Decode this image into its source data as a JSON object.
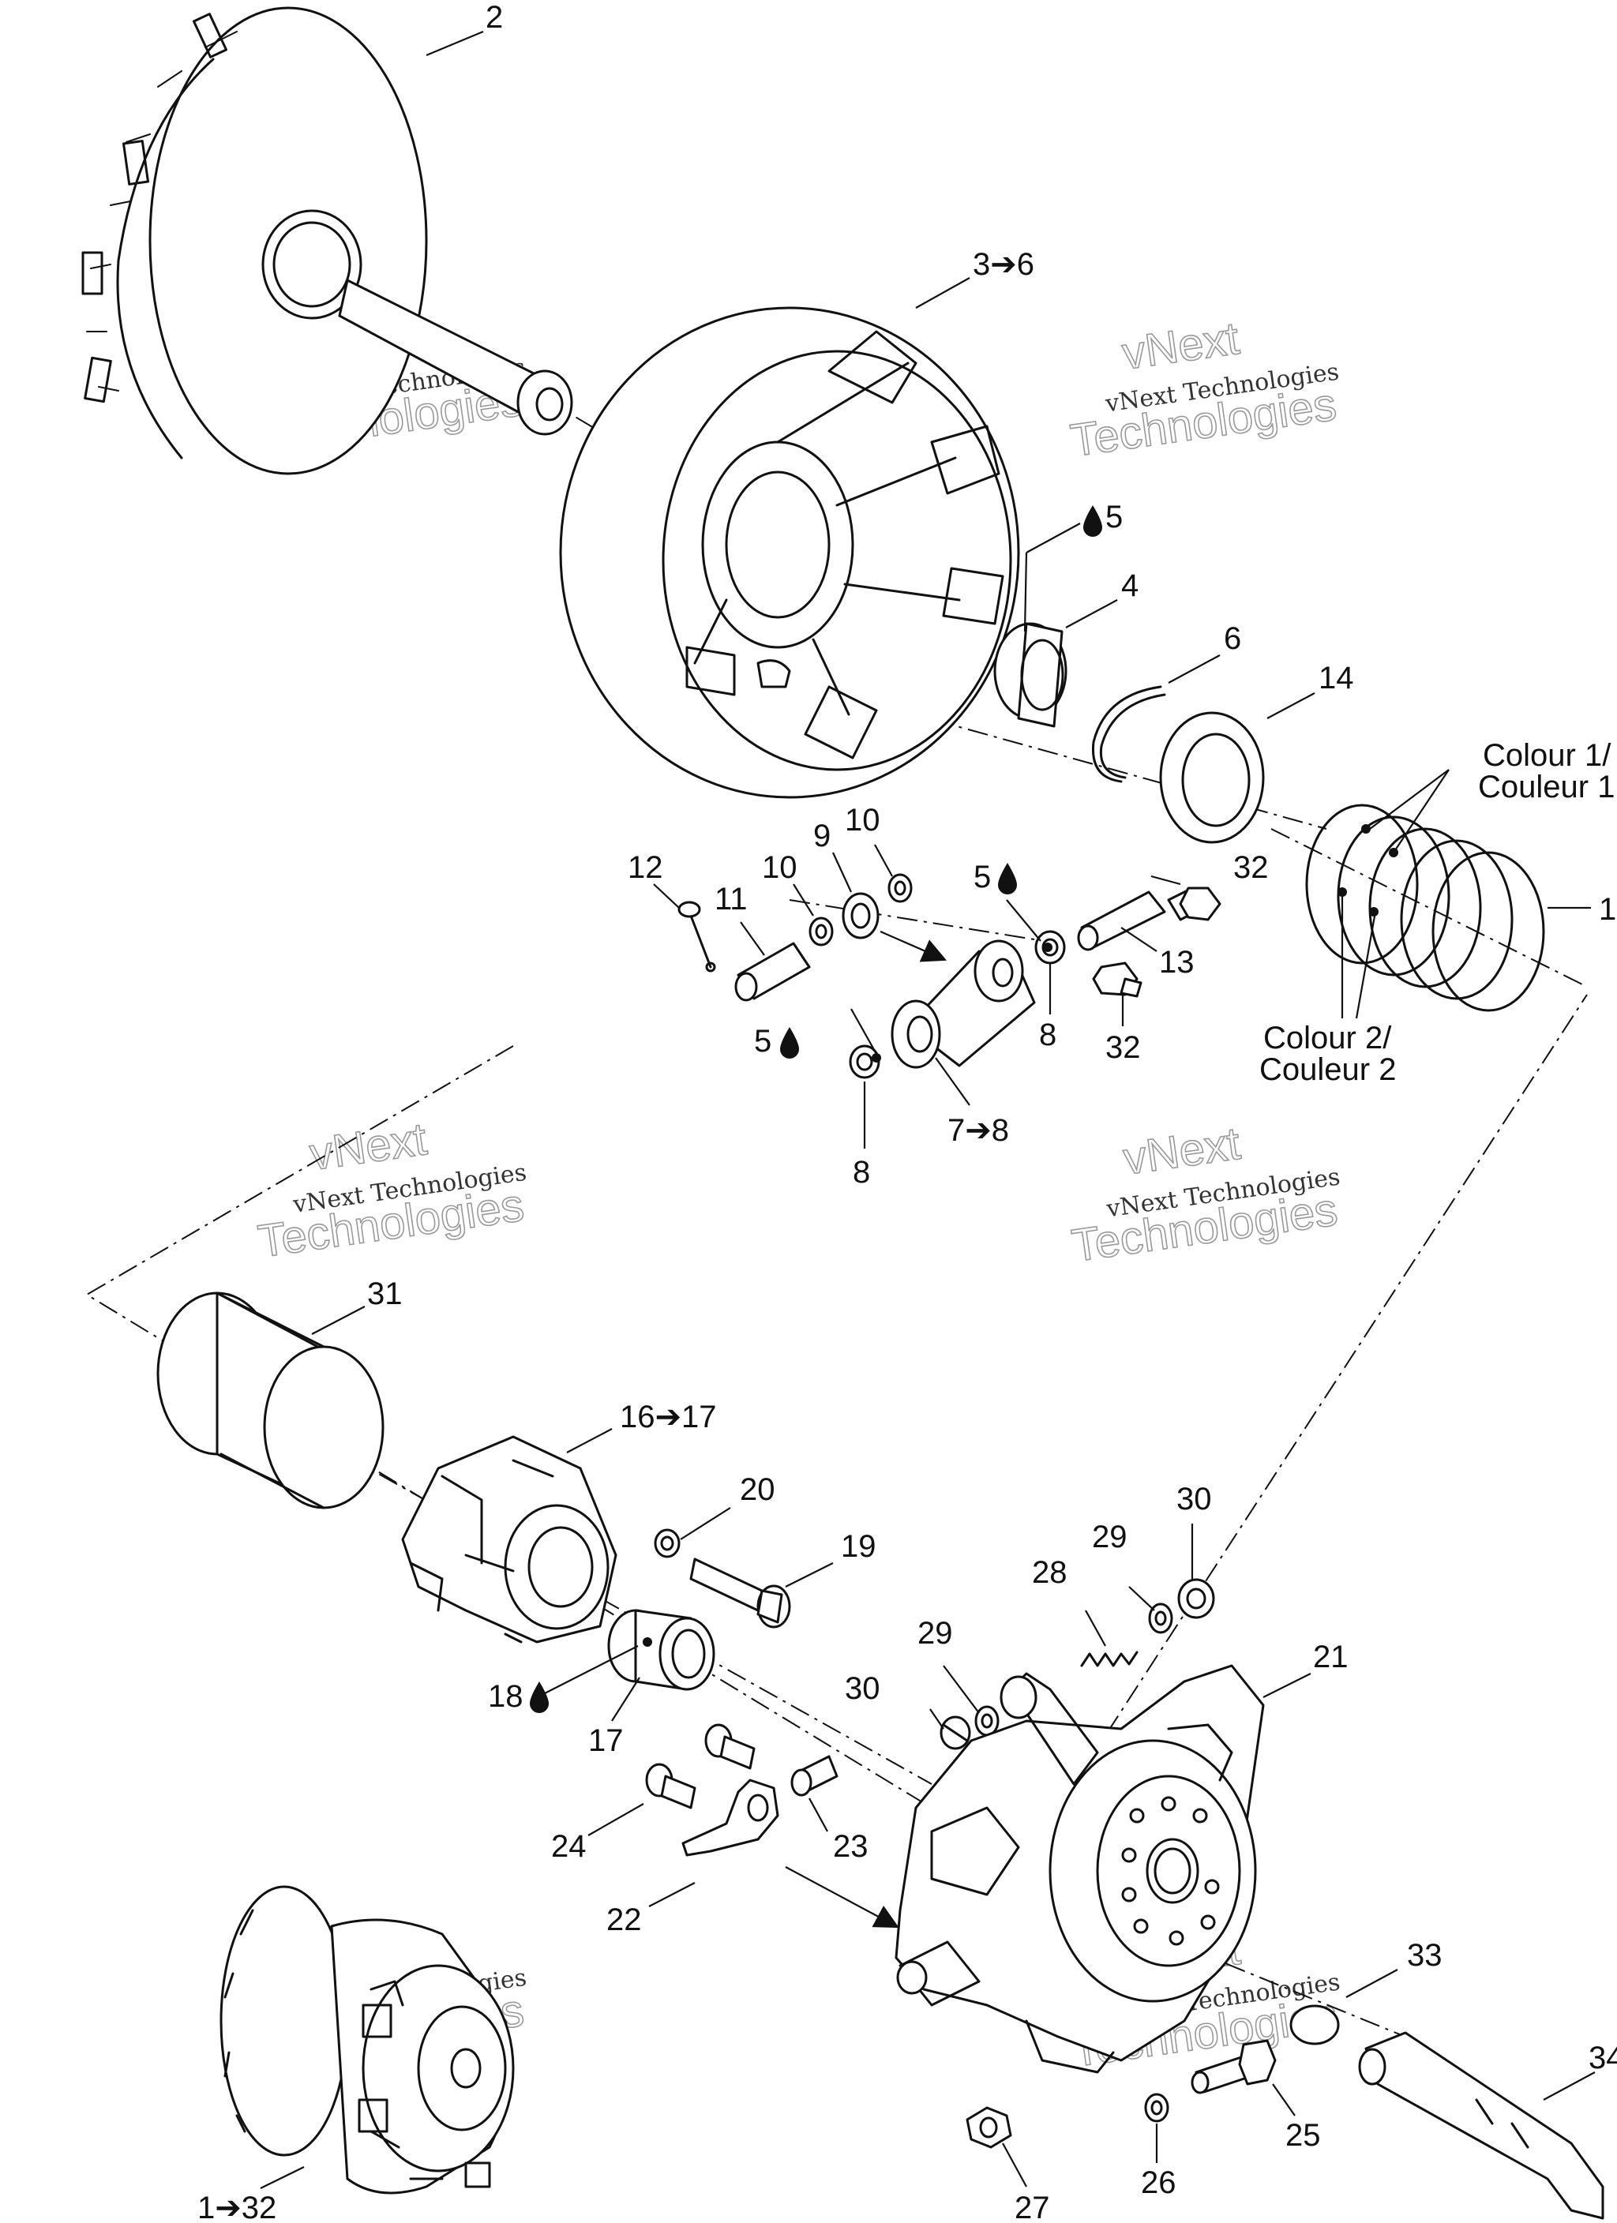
{
  "diagram": {
    "callouts": [
      {
        "id": "c2",
        "text": "2"
      },
      {
        "id": "c3to6",
        "text": "3➔6"
      },
      {
        "id": "c5top",
        "text": "5"
      },
      {
        "id": "c4",
        "text": "4"
      },
      {
        "id": "c6",
        "text": "6"
      },
      {
        "id": "c14",
        "text": "14"
      },
      {
        "id": "c12",
        "text": "12"
      },
      {
        "id": "c11",
        "text": "11"
      },
      {
        "id": "c10a",
        "text": "10"
      },
      {
        "id": "c9",
        "text": "9"
      },
      {
        "id": "c10b",
        "text": "10"
      },
      {
        "id": "c5mid",
        "text": "5"
      },
      {
        "id": "c32a",
        "text": "32"
      },
      {
        "id": "c13",
        "text": "13"
      },
      {
        "id": "c8a",
        "text": "8"
      },
      {
        "id": "c32b",
        "text": "32"
      },
      {
        "id": "c5low",
        "text": "5"
      },
      {
        "id": "c7to8",
        "text": "7➔8"
      },
      {
        "id": "c8b",
        "text": "8"
      },
      {
        "id": "c1right",
        "text": "1"
      },
      {
        "id": "c31",
        "text": "31"
      },
      {
        "id": "c16to17",
        "text": "16➔17"
      },
      {
        "id": "c20",
        "text": "20"
      },
      {
        "id": "c19",
        "text": "19"
      },
      {
        "id": "c18",
        "text": "18"
      },
      {
        "id": "c17",
        "text": "17"
      },
      {
        "id": "c30a",
        "text": "30"
      },
      {
        "id": "c29a",
        "text": "29"
      },
      {
        "id": "c28",
        "text": "28"
      },
      {
        "id": "c29b",
        "text": "29"
      },
      {
        "id": "c30b",
        "text": "30"
      },
      {
        "id": "c21",
        "text": "21"
      },
      {
        "id": "c24",
        "text": "24"
      },
      {
        "id": "c23",
        "text": "23"
      },
      {
        "id": "c22",
        "text": "22"
      },
      {
        "id": "c33",
        "text": "33"
      },
      {
        "id": "c34",
        "text": "34"
      },
      {
        "id": "c25",
        "text": "25"
      },
      {
        "id": "c26",
        "text": "26"
      },
      {
        "id": "c27",
        "text": "27"
      },
      {
        "id": "c1to32",
        "text": "1➔32"
      }
    ],
    "colour_notes": {
      "colour1_line1": "Colour 1/",
      "colour1_line2": "Couleur 1",
      "colour2_line1": "Colour 2/",
      "colour2_line2": "Couleur 2"
    },
    "watermark": {
      "brand_small": "vNext Technologies",
      "brand_big_line1": "vNext",
      "brand_big_line2": "Technologies"
    }
  }
}
